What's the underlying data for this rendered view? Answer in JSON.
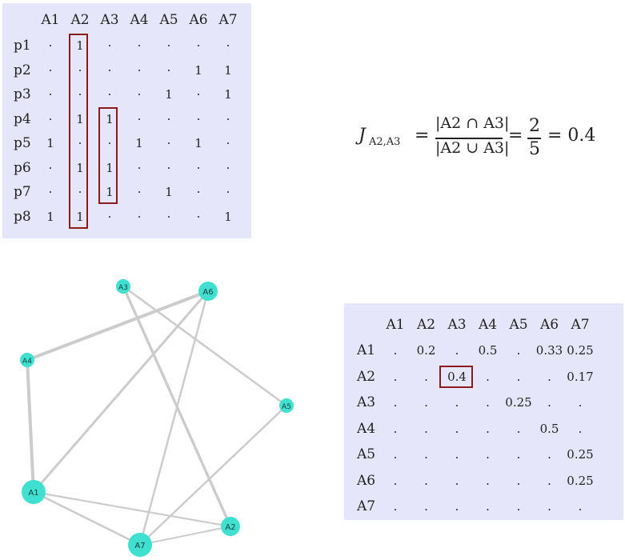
{
  "occurrence": {
    "cols": [
      "A1",
      "A2",
      "A3",
      "A4",
      "A5",
      "A6",
      "A7"
    ],
    "rows": [
      {
        "label": "p1",
        "cells": [
          "·",
          "1",
          "·",
          "·",
          "·",
          "·",
          "·"
        ]
      },
      {
        "label": "p2",
        "cells": [
          "·",
          "·",
          "·",
          "·",
          "·",
          "1",
          "1"
        ]
      },
      {
        "label": "p3",
        "cells": [
          "·",
          "·",
          "·",
          "·",
          "1",
          "·",
          "1"
        ]
      },
      {
        "label": "p4",
        "cells": [
          "·",
          "1",
          "1",
          "·",
          "·",
          "·",
          "·"
        ]
      },
      {
        "label": "p5",
        "cells": [
          "1",
          "·",
          "·",
          "1",
          "·",
          "1",
          "·"
        ]
      },
      {
        "label": "p6",
        "cells": [
          "·",
          "1",
          "1",
          "·",
          "·",
          "·",
          "·"
        ]
      },
      {
        "label": "p7",
        "cells": [
          "·",
          "·",
          "1",
          "·",
          "1",
          "·",
          "·"
        ]
      },
      {
        "label": "p8",
        "cells": [
          "1",
          "1",
          "·",
          "·",
          "·",
          "·",
          "1"
        ]
      }
    ]
  },
  "formula": {
    "J": "J",
    "subscript": "A2,A3",
    "equals": "=",
    "numerator": "|A2 ∩ A3|",
    "denominator": "|A2 ∪ A3|",
    "frac_num": "2",
    "frac_den": "5",
    "result": "= 0.4"
  },
  "jaccard": {
    "cols": [
      "A1",
      "A2",
      "A3",
      "A4",
      "A5",
      "A6",
      "A7"
    ],
    "rows": [
      {
        "label": "A1",
        "cells": [
          ".",
          "0.2",
          ".",
          "0.5",
          ".",
          "0.33",
          "0.25"
        ]
      },
      {
        "label": "A2",
        "cells": [
          ".",
          ".",
          "0.4",
          ".",
          ".",
          ".",
          "0.17"
        ]
      },
      {
        "label": "A3",
        "cells": [
          ".",
          ".",
          ".",
          ".",
          "0.25",
          ".",
          "."
        ]
      },
      {
        "label": "A4",
        "cells": [
          ".",
          ".",
          ".",
          ".",
          ".",
          "0.5",
          "."
        ]
      },
      {
        "label": "A5",
        "cells": [
          ".",
          ".",
          ".",
          ".",
          ".",
          ".",
          "0.25"
        ]
      },
      {
        "label": "A6",
        "cells": [
          ".",
          ".",
          ".",
          ".",
          ".",
          ".",
          "0.25"
        ]
      },
      {
        "label": "A7",
        "cells": [
          ".",
          ".",
          ".",
          ".",
          ".",
          ".",
          "."
        ]
      }
    ]
  },
  "graph": {
    "node_color": "#40e0d0",
    "edge_color": "#cccccc",
    "nodes": [
      {
        "id": "A1",
        "label": "A1",
        "size": "large"
      },
      {
        "id": "A2",
        "label": "A2",
        "size": "medium"
      },
      {
        "id": "A3",
        "label": "A3",
        "size": "small"
      },
      {
        "id": "A4",
        "label": "A4",
        "size": "small"
      },
      {
        "id": "A5",
        "label": "A5",
        "size": "small"
      },
      {
        "id": "A6",
        "label": "A6",
        "size": "medium"
      },
      {
        "id": "A7",
        "label": "A7",
        "size": "large"
      }
    ],
    "edges": [
      {
        "from": "A1",
        "to": "A2",
        "weight": 0.2
      },
      {
        "from": "A1",
        "to": "A4",
        "weight": 0.5
      },
      {
        "from": "A1",
        "to": "A6",
        "weight": 0.33
      },
      {
        "from": "A1",
        "to": "A7",
        "weight": 0.25
      },
      {
        "from": "A2",
        "to": "A3",
        "weight": 0.4
      },
      {
        "from": "A2",
        "to": "A7",
        "weight": 0.17
      },
      {
        "from": "A3",
        "to": "A5",
        "weight": 0.25
      },
      {
        "from": "A4",
        "to": "A6",
        "weight": 0.5
      },
      {
        "from": "A5",
        "to": "A7",
        "weight": 0.25
      },
      {
        "from": "A6",
        "to": "A7",
        "weight": 0.25
      }
    ]
  }
}
